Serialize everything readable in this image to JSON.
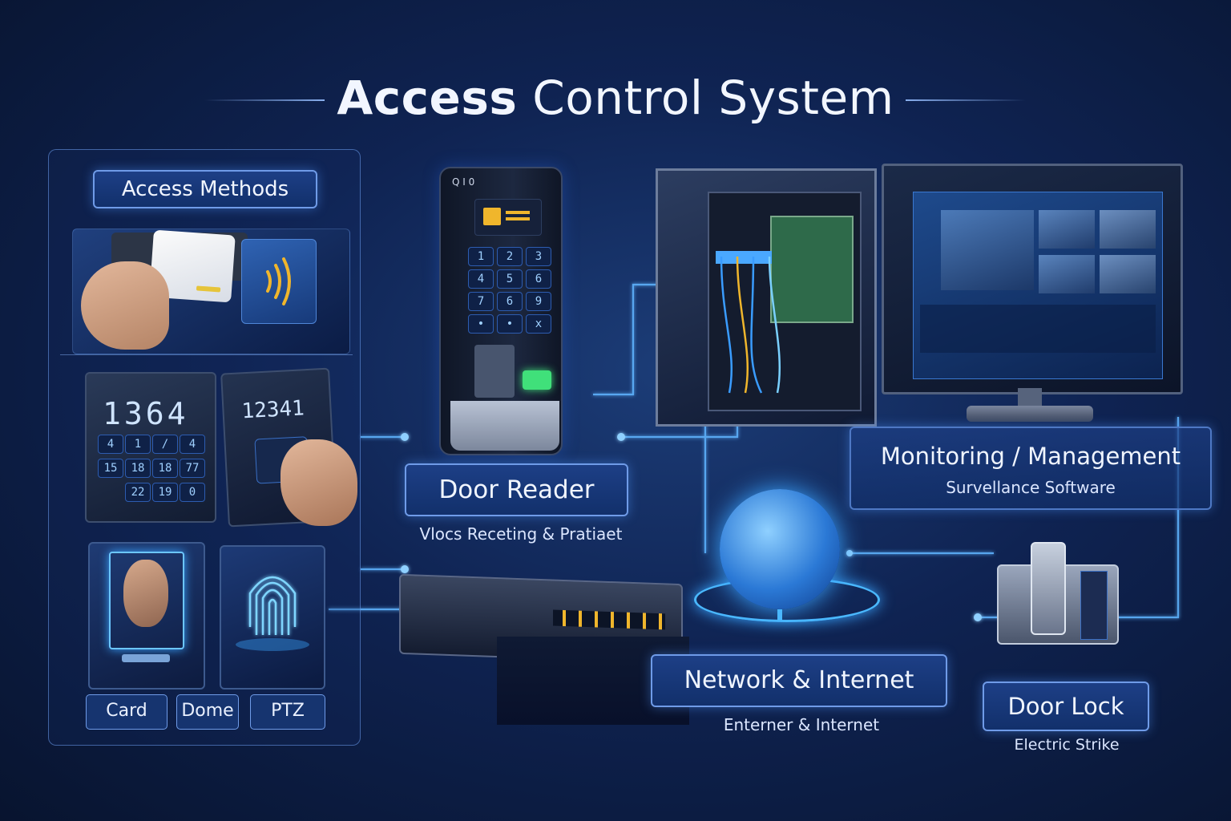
{
  "title": {
    "bold": "Access",
    "rest": "Control System"
  },
  "access_methods": {
    "heading": "Access Methods",
    "keypad_display_1": "1364",
    "keypad_display_2": "12341",
    "keypad_keys": [
      "4",
      "1",
      "/",
      "4",
      "15",
      "18",
      "18",
      "77",
      "22",
      "19",
      "0"
    ],
    "buttons": [
      "Card",
      "Dome",
      "PTZ"
    ]
  },
  "door_reader": {
    "label": "Door Reader",
    "sub": "Vlocs Receting & Pratiaet",
    "screen_text": "Q I 0",
    "keys": [
      "1",
      "2",
      "3",
      "4",
      "5",
      "6",
      "7",
      "6",
      "9",
      "•",
      "•",
      "x"
    ]
  },
  "monitoring": {
    "label": "Monitoring / Management",
    "sub": "Survellance Software"
  },
  "network": {
    "label": "Network & Internet",
    "sub": "Enterner & Internet"
  },
  "door_lock": {
    "label": "Door Lock",
    "sub": "Electric Strike"
  },
  "colors": {
    "accent": "#4aa8ff",
    "panel_border": "#6f9be8",
    "background": "#0f2352"
  }
}
